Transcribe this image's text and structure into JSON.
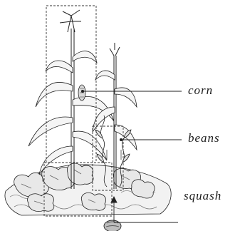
{
  "labels": {
    "corn": "corn",
    "beans": "beans",
    "squash": "squash"
  },
  "icons": {
    "corn": "corn-stalk-icon",
    "beans": "bean-vine-icon",
    "squash": "squash-icon"
  },
  "colors": {
    "ink": "#1a1a1a",
    "shade": "#9a9a9a",
    "background": "#ffffff"
  }
}
